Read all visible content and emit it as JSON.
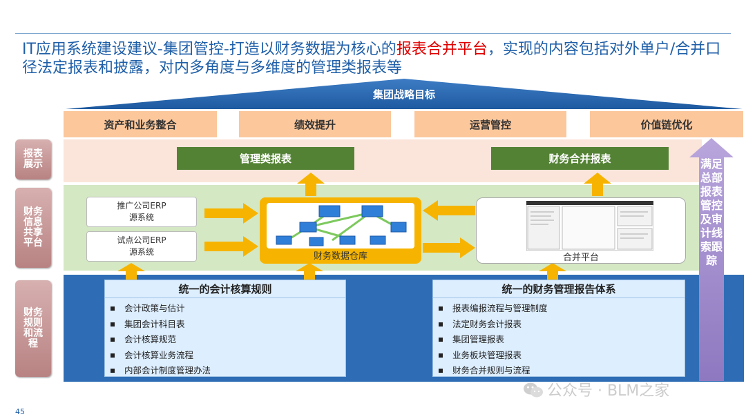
{
  "title": {
    "part1": "IT应用系统建设建议-集团管控-打造以财务数据为核心的",
    "highlight": "报表合并平台",
    "part2": "，实现的内容包括对外单户/合并口径法定报表和披露，对内多角度与多维度的管理类报表等"
  },
  "roof": {
    "label": "集团战略目标"
  },
  "goals": [
    "资产和业务整合",
    "绩效提升",
    "运营管控",
    "价值链优化"
  ],
  "rows": {
    "reports": "报表展示",
    "sharing": "财务信息共享平台",
    "rules": "财务规则和流程"
  },
  "report_boxes": {
    "management": "管理类报表",
    "consolidated": "财务合并报表"
  },
  "side_arrow": {
    "text": "满足总部报表管控及审计线索跟踪"
  },
  "systems": {
    "promo_line1": "推广公司ERP",
    "promo_line2": "源系统",
    "pilot_line1": "试点公司ERP",
    "pilot_line2": "源系统"
  },
  "warehouse": {
    "label": "财务数据仓库"
  },
  "consolidation": {
    "label": "合并平台"
  },
  "accounting": {
    "title": "统一的会计核算规则",
    "items": [
      "会计政策与估计",
      "集团会计科目表",
      "会计核算规范",
      "会计核算业务流程",
      "内部会计制度管理办法"
    ]
  },
  "mgmt_reporting": {
    "title": "统一的财务管理报告体系",
    "items": [
      "报表编报流程与管理制度",
      "法定财务会计报表",
      "集团管理报表",
      "业务板块管理报表",
      "财务合并规则与流程"
    ]
  },
  "page_number": "45",
  "watermark": "公众号 · BLM之家",
  "colors": {
    "title": "#1f5fa8",
    "highlight": "#e00000",
    "roof": "#2e6db5",
    "goal": "#fbc79b",
    "green": "#548235",
    "orange": "#f6b400",
    "purple": "#b4a0d6"
  }
}
